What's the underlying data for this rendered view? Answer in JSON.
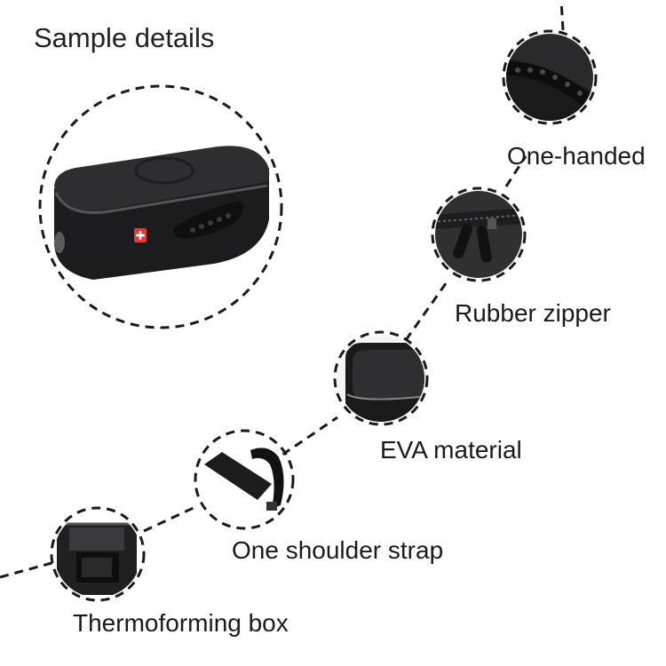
{
  "page": {
    "title": "Sample details"
  },
  "features": [
    {
      "label": "One-handed",
      "icon": "carry-handle-closeup-icon"
    },
    {
      "label": "Rubber zipper",
      "icon": "zipper-pulls-closeup-icon"
    },
    {
      "label": "EVA material",
      "icon": "eva-corner-closeup-icon"
    },
    {
      "label": "One shoulder strap",
      "icon": "shoulder-strap-icon"
    },
    {
      "label": "Thermoforming box",
      "icon": "open-case-interior-icon"
    }
  ],
  "main_product": {
    "icon": "black-eva-case-with-handle-icon"
  },
  "colors": {
    "background": "#ffffff",
    "text": "#1a1a1a",
    "dashed_line": "#1a1a1a",
    "product_body": "#2b2b2d",
    "product_dark": "#151516",
    "accent_badge": "#e53935"
  }
}
